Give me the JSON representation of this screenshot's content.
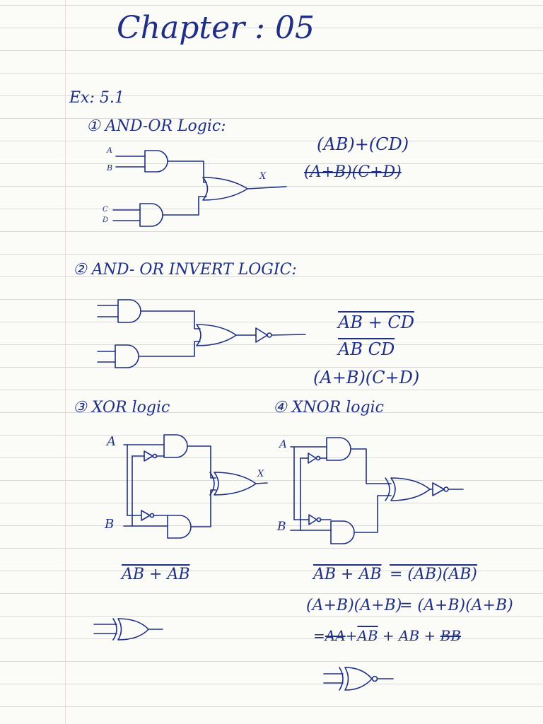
{
  "title": "Chapter : 05",
  "example": "Ex: 5.1",
  "sec1": {
    "heading": "① AND-OR Logic:",
    "inputs": [
      "A",
      "B",
      "C",
      "D"
    ],
    "output": "X",
    "expr1": "(AB)+(CD)",
    "expr2": "(A+B)(C+D)"
  },
  "sec2": {
    "heading": "② AND- OR INVERT LOGIC:",
    "expr1": "AB + CD",
    "expr2": "AB CD",
    "expr3": "(A+B)(C+D)"
  },
  "sec3": {
    "heading": "③ XOR logic",
    "inputA": "A",
    "inputB": "B",
    "output": "X",
    "expr": "AB + AB"
  },
  "sec4": {
    "heading": "④ XNOR logic",
    "inputA": "A",
    "inputB": "B",
    "line1_left": "AB + AB",
    "line1_right": "= (AB)(AB)",
    "line2_left": "(A+B)(A+B)",
    "line2_right": "= (A+B)(A+B)",
    "line3_eq": "=",
    "line3_a": "AA",
    "line3_plus": "+",
    "line3_b": "AB",
    "line3_rest": "+ AB +",
    "line3_c": "BB"
  },
  "colors": {
    "ink": "#1f2f86",
    "paper": "#fbfbf8",
    "rule": "#d9dad6"
  }
}
